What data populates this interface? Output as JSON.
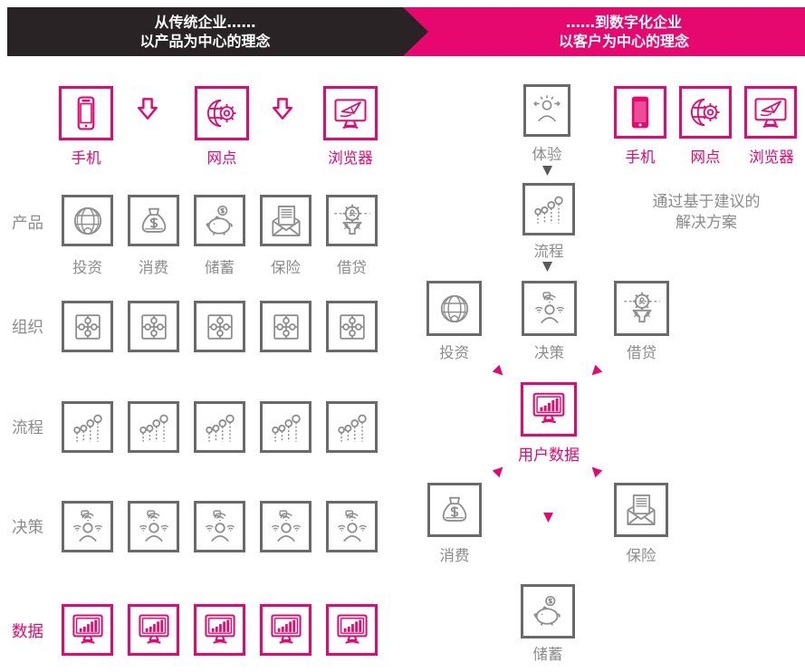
{
  "colors": {
    "accent_pink": "#e6086f",
    "header_dark": "#2a2326",
    "box_border_gray": "#6a6a6a",
    "icon_gray": "#8f8f8f",
    "label_gray": "#8c8c8c"
  },
  "header": {
    "left": {
      "line1": "从传统企业……",
      "line2": "以产品为中心的理念"
    },
    "right": {
      "line1": "……到数字化企业",
      "line2": "以客户为中心的理念"
    }
  },
  "left_panel": {
    "channels": [
      {
        "label": "手机",
        "icon": "phone-icon"
      },
      {
        "label": "网点",
        "icon": "branch-globe-gear-icon"
      },
      {
        "label": "浏览器",
        "icon": "browser-monitor-plane-icon"
      }
    ],
    "rows": [
      {
        "label": "产品",
        "items": [
          {
            "label": "投资",
            "icon": "investment-globe-icon"
          },
          {
            "label": "消费",
            "icon": "money-bag-icon"
          },
          {
            "label": "储蓄",
            "icon": "piggy-bank-icon"
          },
          {
            "label": "保险",
            "icon": "envelope-document-icon"
          },
          {
            "label": "借贷",
            "icon": "gear-funnel-icon"
          }
        ]
      },
      {
        "label": "组织",
        "items": [
          {
            "icon": "puzzle-icon"
          },
          {
            "icon": "puzzle-icon"
          },
          {
            "icon": "puzzle-icon"
          },
          {
            "icon": "puzzle-icon"
          },
          {
            "icon": "puzzle-icon"
          }
        ]
      },
      {
        "label": "流程",
        "items": [
          {
            "icon": "process-chart-icon"
          },
          {
            "icon": "process-chart-icon"
          },
          {
            "icon": "process-chart-icon"
          },
          {
            "icon": "process-chart-icon"
          },
          {
            "icon": "process-chart-icon"
          }
        ]
      },
      {
        "label": "决策",
        "items": [
          {
            "icon": "decision-person-icon"
          },
          {
            "icon": "decision-person-icon"
          },
          {
            "icon": "decision-person-icon"
          },
          {
            "icon": "decision-person-icon"
          },
          {
            "icon": "decision-person-icon"
          }
        ]
      },
      {
        "label": "数据",
        "items": [
          {
            "icon": "data-monitor-icon"
          },
          {
            "icon": "data-monitor-icon"
          },
          {
            "icon": "data-monitor-icon"
          },
          {
            "icon": "data-monitor-icon"
          },
          {
            "icon": "data-monitor-icon"
          }
        ]
      }
    ]
  },
  "right_panel": {
    "experience": {
      "label": "体验",
      "icon": "experience-person-icon"
    },
    "channels": [
      {
        "label": "手机",
        "icon": "phone-icon"
      },
      {
        "label": "网点",
        "icon": "branch-globe-gear-icon"
      },
      {
        "label": "浏览器",
        "icon": "browser-monitor-plane-icon"
      }
    ],
    "process": {
      "label": "流程",
      "icon": "process-chart-icon"
    },
    "note": {
      "line1": "通过基于建议的",
      "line2": "解决方案"
    },
    "middle_row": [
      {
        "label": "投资",
        "icon": "investment-globe-icon"
      },
      {
        "label": "决策",
        "icon": "decision-person-icon"
      },
      {
        "label": "借贷",
        "icon": "gear-funnel-icon"
      }
    ],
    "center": {
      "label": "用户数据",
      "icon": "data-monitor-icon"
    },
    "lower_row": [
      {
        "label": "消费",
        "icon": "money-bag-icon"
      },
      {
        "label": "保险",
        "icon": "envelope-document-icon"
      }
    ],
    "bottom": {
      "label": "储蓄",
      "icon": "piggy-bank-icon"
    }
  }
}
